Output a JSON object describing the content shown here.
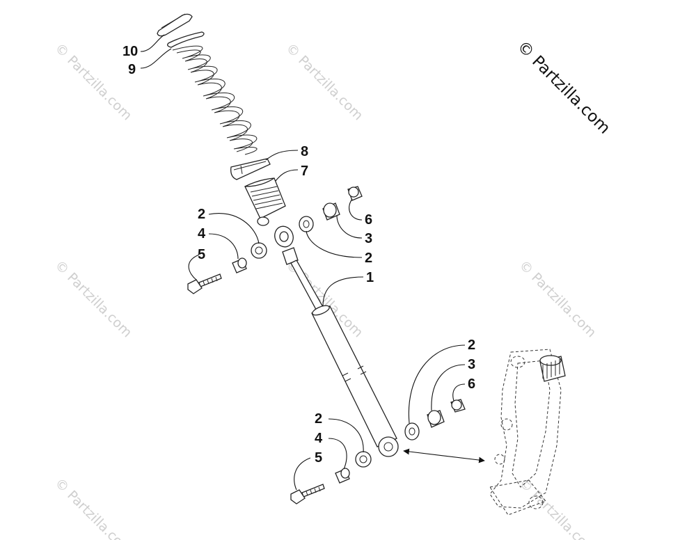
{
  "copyright": "© Partzilla.com",
  "watermark": "© Partzilla.com",
  "callouts": {
    "c10": "10",
    "c9": "9",
    "c8": "8",
    "c7": "7",
    "c2a": "2",
    "c4a": "4",
    "c5a": "5",
    "c6a": "6",
    "c3a": "3",
    "c2b": "2",
    "c1": "1",
    "c2c": "2",
    "c3b": "3",
    "c6b": "6",
    "c2d": "2",
    "c4b": "4",
    "c5b": "5"
  }
}
